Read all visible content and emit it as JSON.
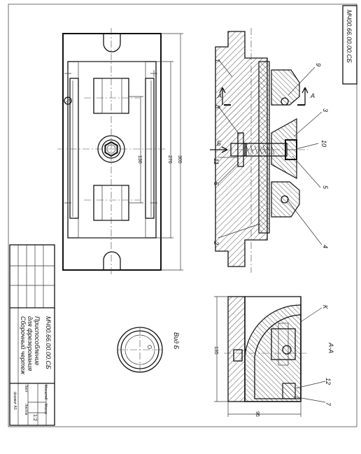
{
  "drawing_number_rotated": "МЧ00.66.00.00.СБ",
  "title_block": {
    "designation": "МЧ00.66.00.00.СБ",
    "name_line1": "Приспособление",
    "name_line2": "для фрезерования",
    "name_line3": "Сборочный чертеж",
    "sheet_label": "Лист",
    "sheets_label": "Листов",
    "scale": "1:2",
    "mass_label": "Масса",
    "scale_label": "Масштаб",
    "format": "формат А3"
  },
  "dimensions": {
    "overall_length": "305",
    "inner_length": "270",
    "slot_length": "130",
    "height": "135",
    "width": "95"
  },
  "section_labels": {
    "section_aa": "А-А",
    "view_b": "Вид Б",
    "arrow_a_top": "А",
    "arrow_a_bottom": "А",
    "arrow_b": "Б",
    "callout_k": "К"
  },
  "part_callouts": [
    "1",
    "2",
    "3",
    "4",
    "5",
    "6",
    "7",
    "8",
    "9",
    "10",
    "11",
    "12"
  ]
}
